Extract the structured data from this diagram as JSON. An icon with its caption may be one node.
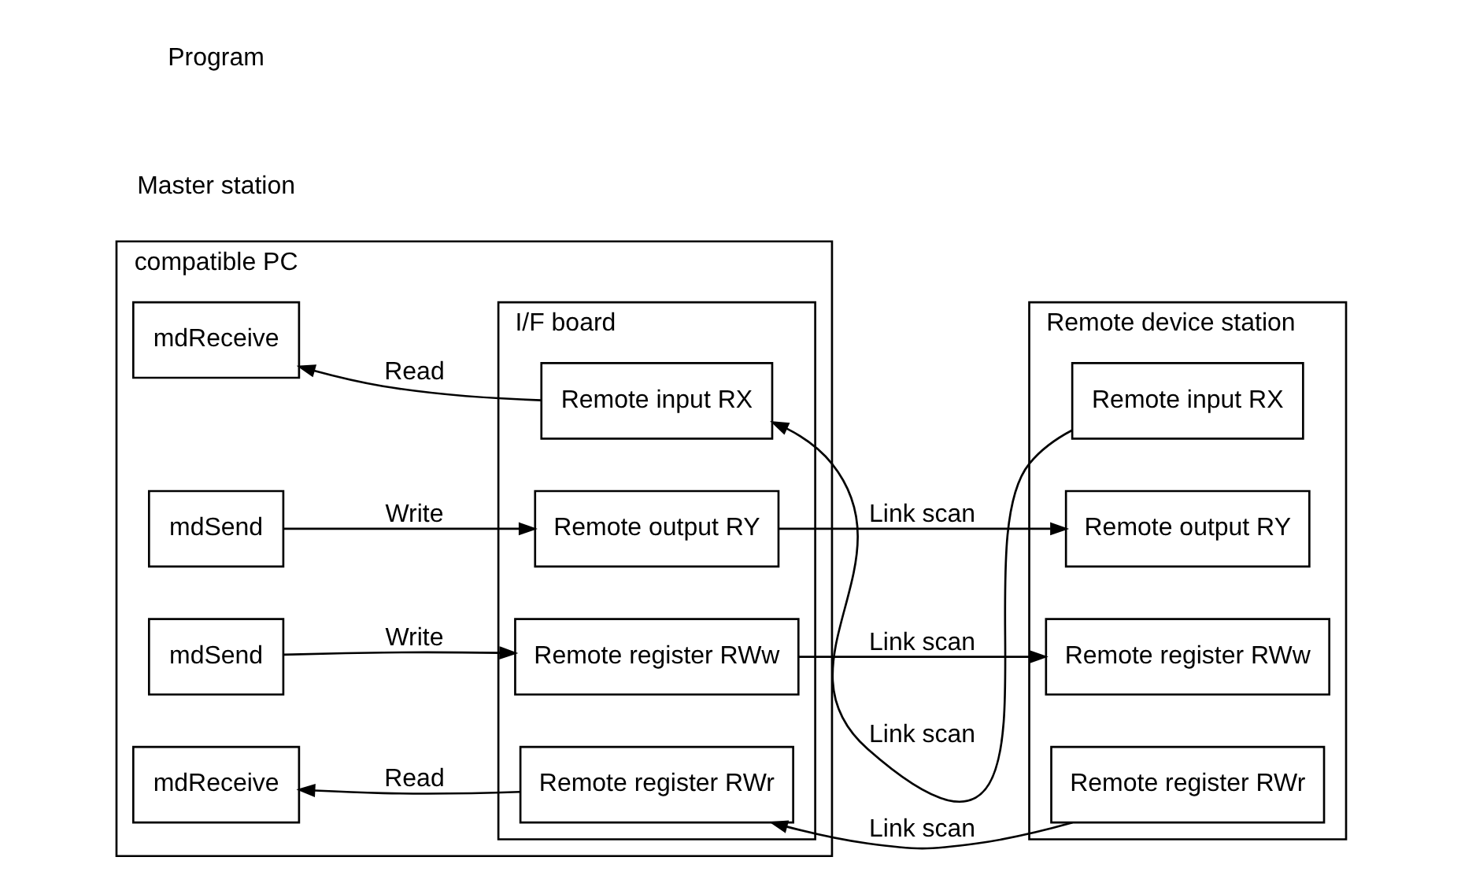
{
  "diagram": {
    "nodes": [
      {
        "text": [
          "compatible PC"
        ]
      },
      {
        "text": [
          "I/F board"
        ],
        "in": 0
      },
      {
        "text": [
          "Remote input RX"
        ],
        "in": 1
      },
      {
        "text": [
          "Remote output RY"
        ],
        "in": 1
      },
      {
        "text": [
          "Remote register RWw"
        ],
        "in": 1
      },
      {
        "text": [
          "Remote register RWr"
        ],
        "in": 1
      },
      {
        "text": [
          "mdReceive"
        ],
        "in": 0
      },
      {
        "text": [
          "mdSend"
        ],
        "in": 0
      },
      {
        "text": [
          "mdSend"
        ],
        "in": 0
      },
      {
        "text": [
          "mdReceive"
        ],
        "in": 0
      },
      {
        "text": [
          "Remote device station"
        ]
      },
      {
        "text": [
          "Remote input RX"
        ],
        "in": 10
      },
      {
        "text": [
          "Remote output RY"
        ],
        "in": 10
      },
      {
        "text": [
          "Remote register RWw"
        ],
        "in": 10
      },
      {
        "text": [
          "Remote register RWr"
        ],
        "in": 10
      }
    ],
    "edges": [
      {
        "from": 2,
        "to": 6,
        "arrow": "to",
        "label": "Read"
      },
      {
        "from": 7,
        "to": 3,
        "arrow": "to",
        "label": "Write"
      },
      {
        "from": 8,
        "to": 4,
        "arrow": "to",
        "label": "Write"
      },
      {
        "from": 5,
        "to": 9,
        "arrow": "to",
        "label": "Read"
      },
      {
        "from": 11,
        "to": 2,
        "arrow": "to",
        "label": "Link scan"
      },
      {
        "from": 3,
        "to": 12,
        "arrow": "to",
        "label": "Link scan"
      },
      {
        "from": 4,
        "to": 13,
        "arrow": "to",
        "label": "Link scan"
      },
      {
        "from": 14,
        "to": 5,
        "arrow": "to",
        "label": "Link scan"
      }
    ],
    "labels": [
      "Master station",
      "Program"
    ]
  }
}
